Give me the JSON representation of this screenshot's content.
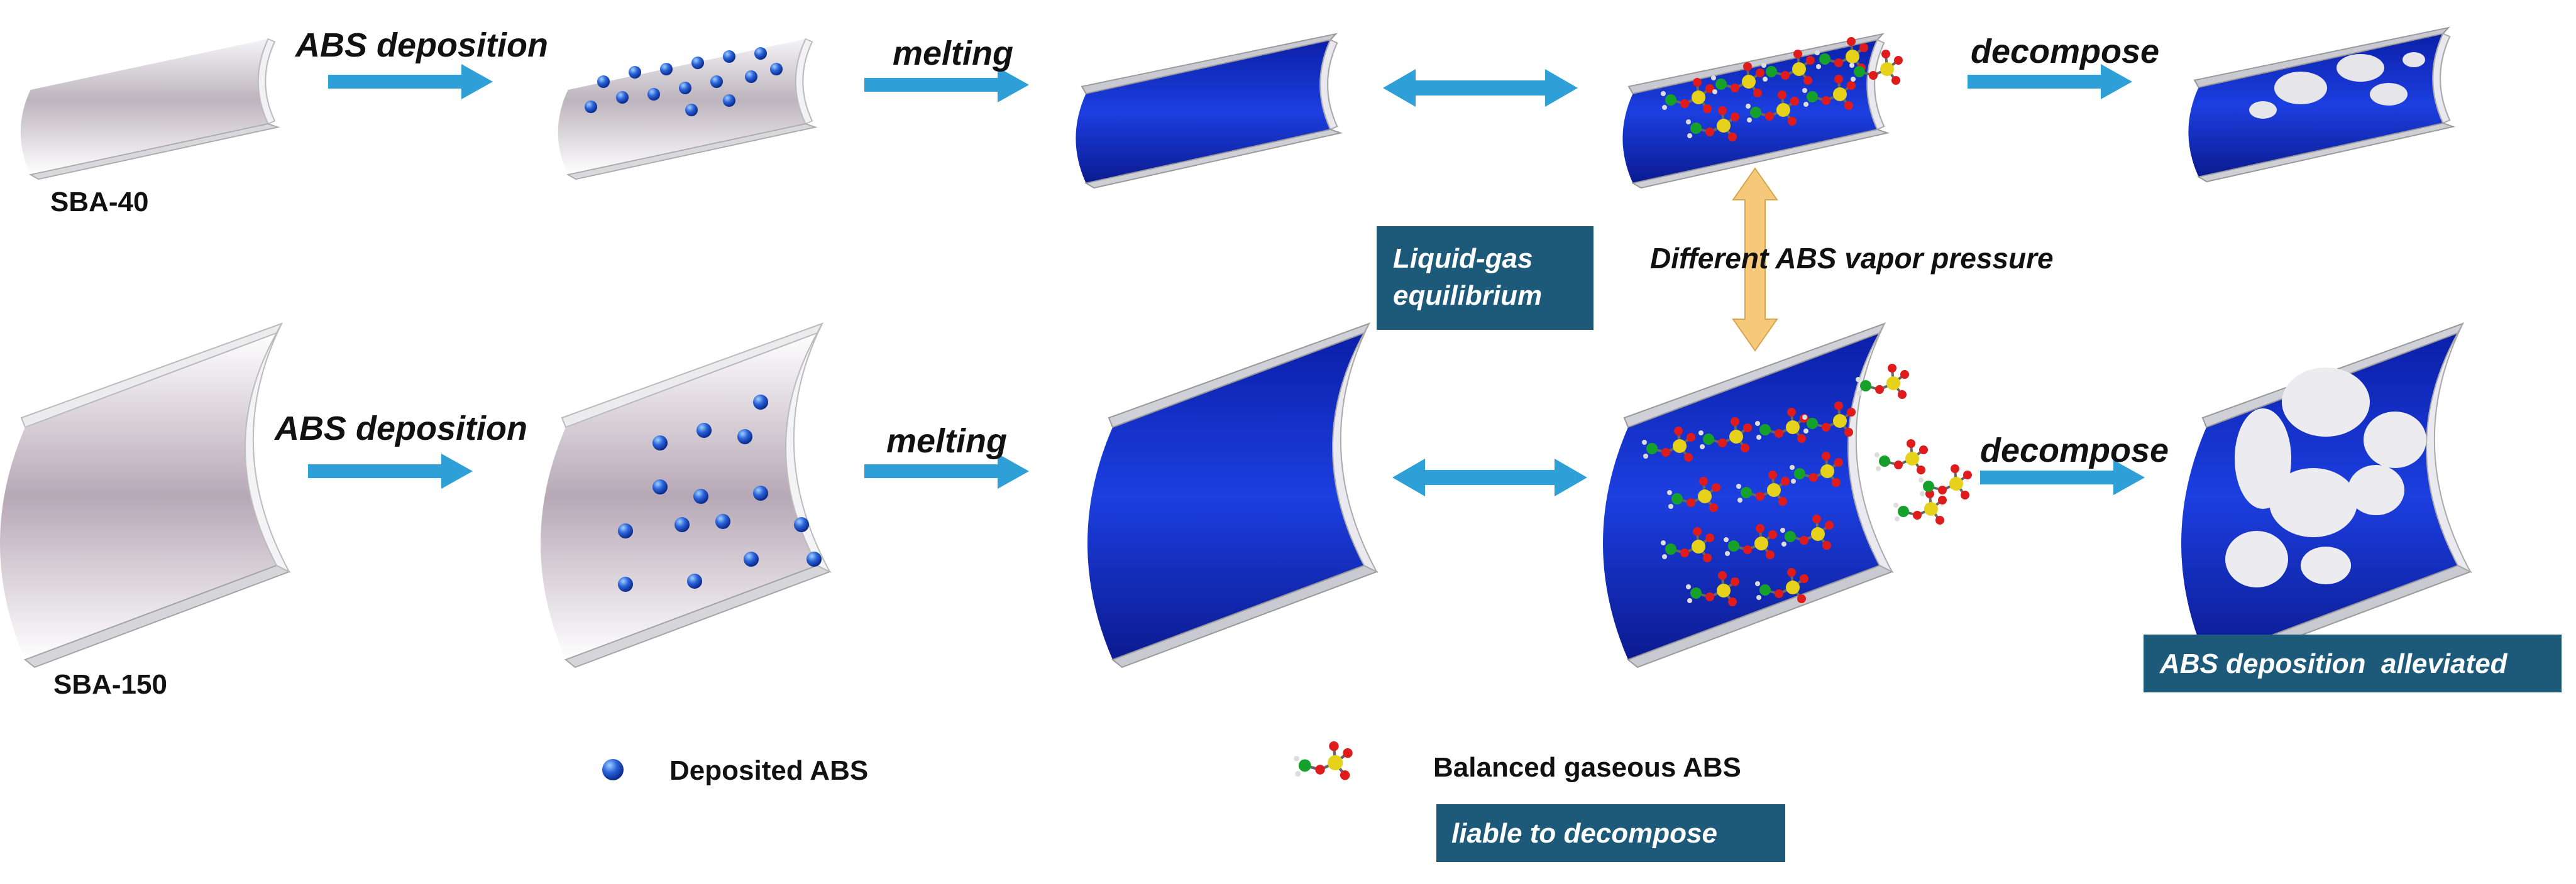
{
  "colors": {
    "arrow": "#2f9fd8",
    "vertical_arrow": "#f6c97a",
    "liquid_abs": "#1433c4",
    "label_box": "#1d5a7a",
    "tube_shell": "#cfcfd3"
  },
  "rows": {
    "top": {
      "sample": "SBA-40",
      "step1": "ABS deposition",
      "step2": "melting",
      "step3": "decompose"
    },
    "bottom": {
      "sample": "SBA-150",
      "step1": "ABS deposition",
      "step2": "melting",
      "step3": "decompose"
    }
  },
  "labels": {
    "equilibrium_line1": "Liquid-gas",
    "equilibrium_line2": "equilibrium",
    "vapor_pressure": "Different ABS vapor pressure",
    "alleviated": "ABS deposition  alleviated"
  },
  "legend": {
    "deposited": "Deposited ABS",
    "gaseous": "Balanced gaseous ABS",
    "liable": "liable to decompose"
  },
  "icons": [
    "abs-sphere-icon",
    "abs-molecule-icon",
    "double-arrow-icon",
    "arrow-right-icon"
  ]
}
